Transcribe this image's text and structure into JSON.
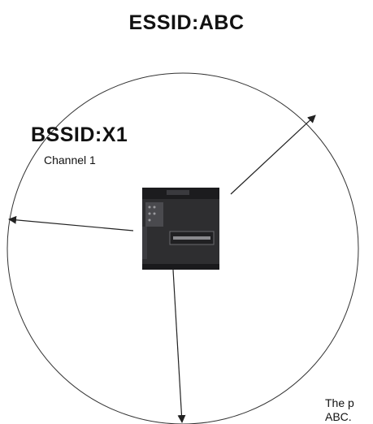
{
  "essid_label": "ESSID:ABC",
  "bssid_label": "BSSID:X1",
  "channel_label": "Channel 1",
  "caption": {
    "line1": "The p",
    "line2": "ABC."
  },
  "colors": {
    "line": "#222222",
    "printer_body": "#2e2e30",
    "printer_top": "#1c1c1e",
    "printer_panel": "#4a4a4e"
  },
  "icons": {
    "device": "printer-icon",
    "signal": "arrow-icon"
  }
}
